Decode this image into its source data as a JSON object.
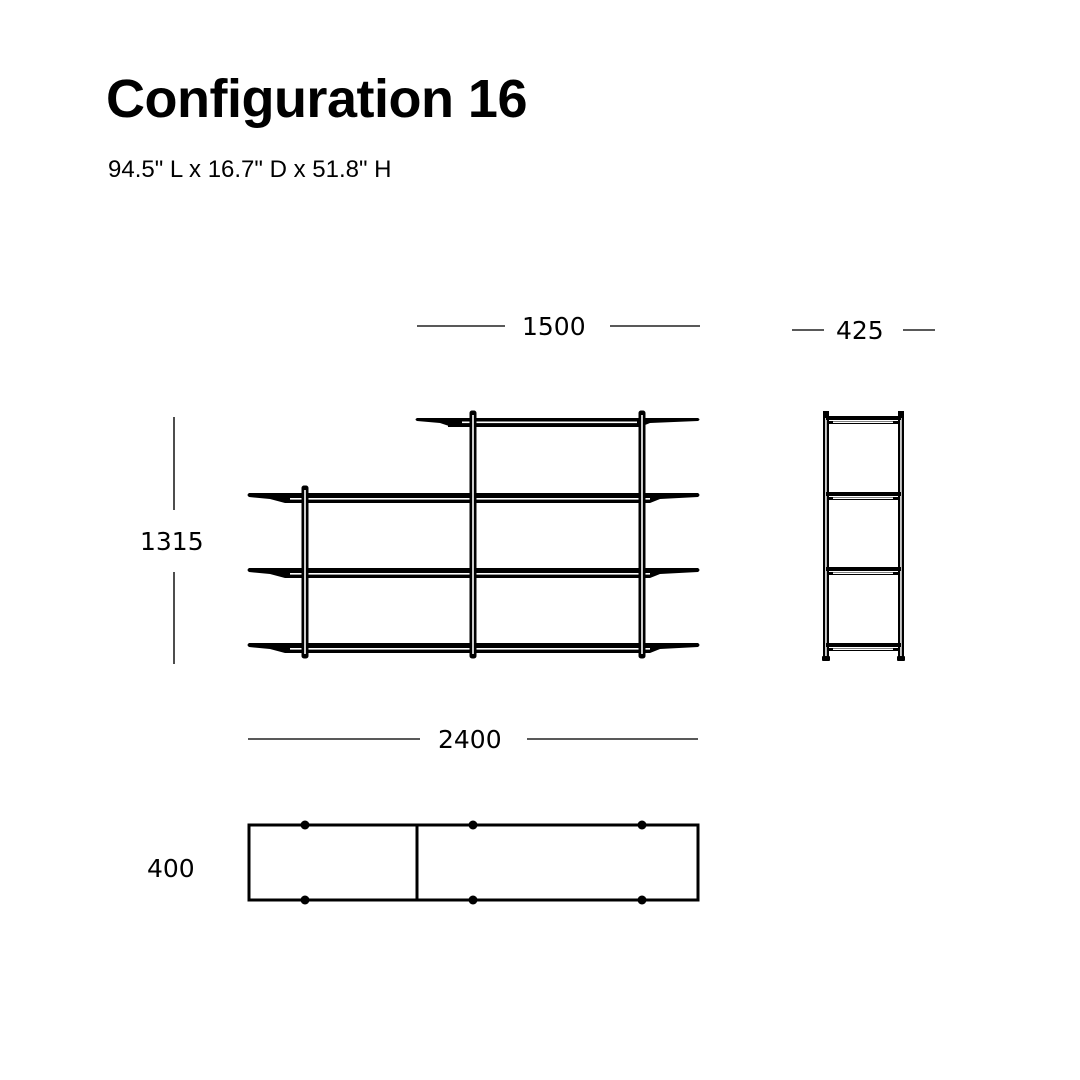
{
  "header": {
    "title": "Configuration 16",
    "subtitle": "94.5\" L x 16.7\" D x 51.8\" H"
  },
  "dimensions": {
    "upper_width": "1500",
    "depth_side": "425",
    "height": "1315",
    "total_width": "2400",
    "plan_depth": "400"
  },
  "colors": {
    "line": "#000000",
    "dim_line": "#222222",
    "background": "#ffffff"
  }
}
